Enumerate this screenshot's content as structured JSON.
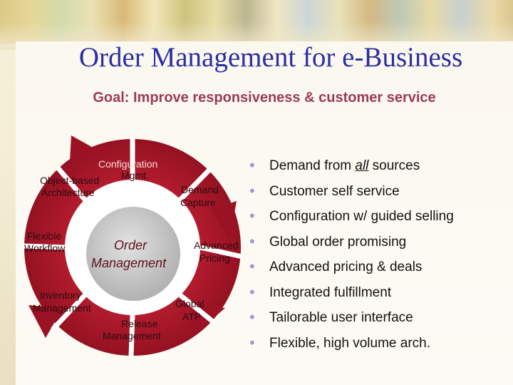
{
  "slide": {
    "title": "Order Management for e-Business",
    "subtitle": "Goal: Improve responsiveness & customer service"
  },
  "diagram": {
    "hub": [
      "Order",
      "Management"
    ],
    "labels": {
      "configuration_1": "Configuration",
      "configuration_2": "Mgmt.",
      "object_based_1": "Object-based",
      "object_based_2": "Architecture",
      "demand_capture_1": "Demand",
      "demand_capture_2": "Capture",
      "flexible_workflow_1": "Flexible",
      "flexible_workflow_2": "Workflow",
      "advanced_pricing_1": "Advanced",
      "advanced_pricing_2": "Pricing",
      "inventory_1": "Inventory",
      "inventory_2": "Management",
      "global_atp_1": "Global",
      "global_atp_2": "ATP",
      "release_1": "Release",
      "release_2": "Management"
    },
    "colors": {
      "arrow": "#9a1224",
      "arrow_light": "#c6303f",
      "hub": "#bdbdbd"
    }
  },
  "bullets": {
    "items": [
      {
        "pre": "Demand from ",
        "emph": "all",
        "post": " sources"
      },
      {
        "pre": "Customer self service",
        "emph": "",
        "post": ""
      },
      {
        "pre": "Configuration w/ guided selling",
        "emph": "",
        "post": ""
      },
      {
        "pre": "Global order promising",
        "emph": "",
        "post": ""
      },
      {
        "pre": "Advanced pricing & deals",
        "emph": "",
        "post": ""
      },
      {
        "pre": "Integrated fulfillment",
        "emph": "",
        "post": ""
      },
      {
        "pre": "Tailorable user interface",
        "emph": "",
        "post": ""
      },
      {
        "pre": "Flexible, high volume arch.",
        "emph": "",
        "post": ""
      }
    ],
    "bullet_char": "•"
  }
}
